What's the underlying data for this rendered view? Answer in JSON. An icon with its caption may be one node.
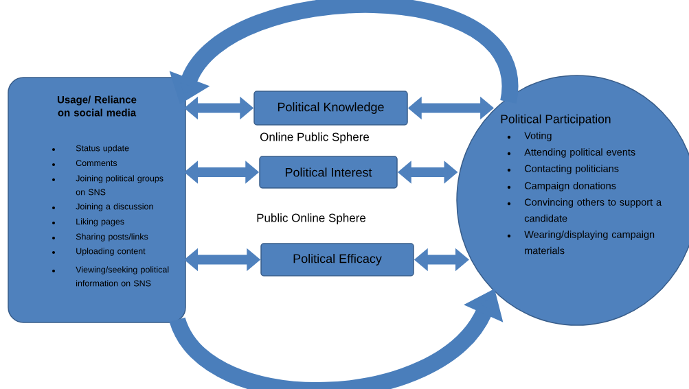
{
  "diagram": {
    "nodes": [
      {
        "text": [
          "Usage/ Reliance on social media",
          "Status update",
          "Comments",
          "Joining political groups on SNS",
          "Joining a discussion",
          "Liking pages",
          "Sharing posts/links",
          "Uploading content",
          "Viewing/seeking political information on SNS"
        ]
      },
      {
        "text": [
          "Political Knowledge"
        ]
      },
      {
        "text": [
          "Political Interest"
        ]
      },
      {
        "text": [
          "Political Efficacy"
        ]
      },
      {
        "text": [
          "Political Participation",
          "Voting",
          "Attending political events",
          "Contacting politicians",
          "Campaign donations",
          "Convincing others to support a candidate",
          "Wearing/displaying campaign materials"
        ]
      }
    ],
    "edges": [
      {
        "from": 0,
        "to": 1,
        "arrow": "both"
      },
      {
        "from": 1,
        "to": 4,
        "arrow": "both"
      },
      {
        "from": 0,
        "to": 2,
        "arrow": "both"
      },
      {
        "from": 2,
        "to": 4,
        "arrow": "both"
      },
      {
        "from": 0,
        "to": 3,
        "arrow": "both"
      },
      {
        "from": 3,
        "to": 4,
        "arrow": "both"
      },
      {
        "from": 4,
        "to": 0,
        "arrow": "to"
      },
      {
        "from": 0,
        "to": 4,
        "arrow": "to"
      }
    ],
    "labels": [
      "Online Public Sphere",
      "Public Online Sphere"
    ]
  }
}
